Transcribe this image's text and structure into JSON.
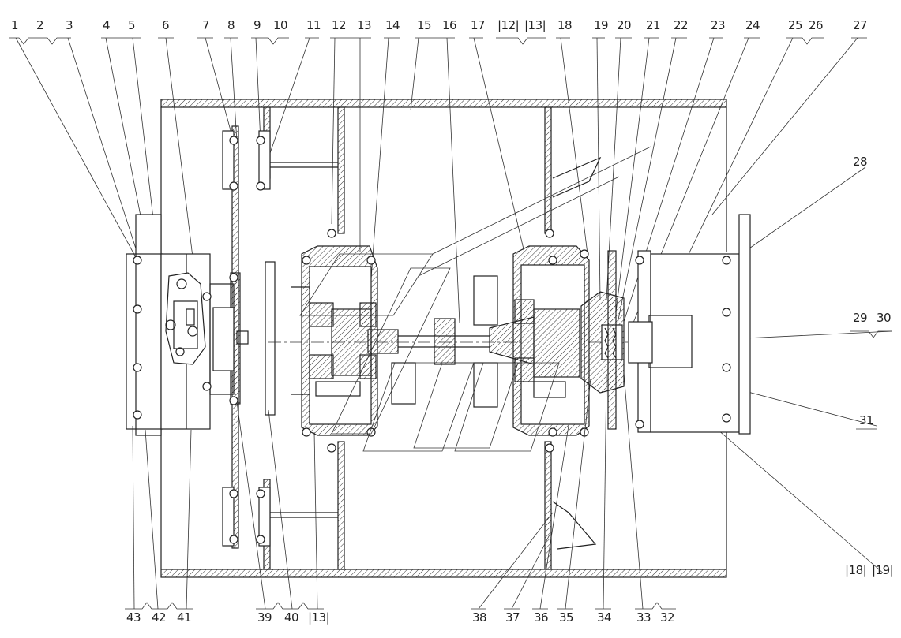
{
  "drawing": {
    "top_labels": [
      {
        "id": "l1",
        "text": "1"
      },
      {
        "id": "l2",
        "text": "2"
      },
      {
        "id": "l3",
        "text": "3"
      },
      {
        "id": "l4",
        "text": "4"
      },
      {
        "id": "l5",
        "text": "5"
      },
      {
        "id": "l6",
        "text": "6"
      },
      {
        "id": "l7",
        "text": "7"
      },
      {
        "id": "l8",
        "text": "8"
      },
      {
        "id": "l9",
        "text": "9"
      },
      {
        "id": "l10",
        "text": "10"
      },
      {
        "id": "l11",
        "text": "11"
      },
      {
        "id": "l12",
        "text": "12"
      },
      {
        "id": "l13",
        "text": "13"
      },
      {
        "id": "l14",
        "text": "14"
      },
      {
        "id": "l15",
        "text": "15"
      },
      {
        "id": "l16",
        "text": "16"
      },
      {
        "id": "l17",
        "text": "17"
      },
      {
        "id": "l12b",
        "text": "|12|"
      },
      {
        "id": "l13b",
        "text": "|13|"
      },
      {
        "id": "l18",
        "text": "18"
      },
      {
        "id": "l19",
        "text": "19"
      },
      {
        "id": "l20",
        "text": "20"
      },
      {
        "id": "l21",
        "text": "21"
      },
      {
        "id": "l22",
        "text": "22"
      },
      {
        "id": "l23",
        "text": "23"
      },
      {
        "id": "l24",
        "text": "24"
      },
      {
        "id": "l25",
        "text": "25"
      },
      {
        "id": "l26",
        "text": "26"
      },
      {
        "id": "l27",
        "text": "27"
      }
    ],
    "right_labels": [
      {
        "id": "l28",
        "text": "28"
      },
      {
        "id": "l29",
        "text": "29"
      },
      {
        "id": "l30",
        "text": "30"
      },
      {
        "id": "l31",
        "text": "31"
      },
      {
        "id": "l18b",
        "text": "|18|"
      },
      {
        "id": "l19b",
        "text": "|19|"
      }
    ],
    "bottom_labels": [
      {
        "id": "l43",
        "text": "43"
      },
      {
        "id": "l42",
        "text": "42"
      },
      {
        "id": "l41",
        "text": "41"
      },
      {
        "id": "l39",
        "text": "39"
      },
      {
        "id": "l40",
        "text": "40"
      },
      {
        "id": "l13c",
        "text": "|13|"
      },
      {
        "id": "l38",
        "text": "38"
      },
      {
        "id": "l37",
        "text": "37"
      },
      {
        "id": "l36",
        "text": "36"
      },
      {
        "id": "l35",
        "text": "35"
      },
      {
        "id": "l34",
        "text": "34"
      },
      {
        "id": "l33",
        "text": "33"
      },
      {
        "id": "l32",
        "text": "32"
      }
    ]
  }
}
